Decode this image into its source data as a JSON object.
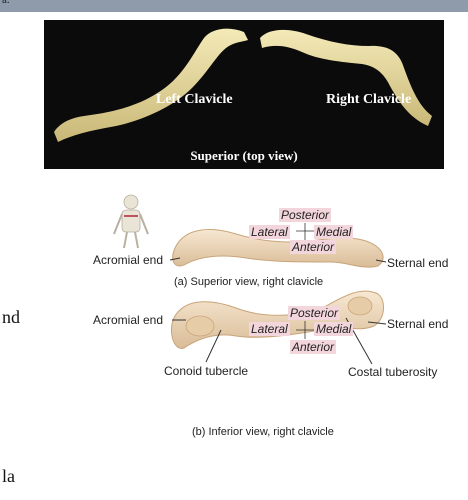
{
  "top_fragment": "a.",
  "photo": {
    "left_label": "Left Clavicle",
    "right_label": "Right Clavicle",
    "caption": "Superior (top view)",
    "bone_color": "#e8dca0"
  },
  "diagram": {
    "superior": {
      "posterior": "Posterior",
      "lateral": "Lateral",
      "medial": "Medial",
      "anterior": "Anterior",
      "acromial_end": "Acromial end",
      "sternal_end": "Sternal end",
      "caption": "(a) Superior view, right clavicle"
    },
    "inferior": {
      "posterior": "Posterior",
      "lateral": "Lateral",
      "medial": "Medial",
      "anterior": "Anterior",
      "acromial_end": "Acromial end",
      "sternal_end": "Sternal end",
      "conoid_tubercle": "Conoid tubercle",
      "costal_tuberosity": "Costal tuberosity",
      "caption": "(b) Inferior view, right clavicle"
    },
    "bone_color": "#ecd6b6",
    "label_highlight": "#f3d6dc"
  },
  "side_text": {
    "line1": "nd",
    "line2": "la"
  }
}
